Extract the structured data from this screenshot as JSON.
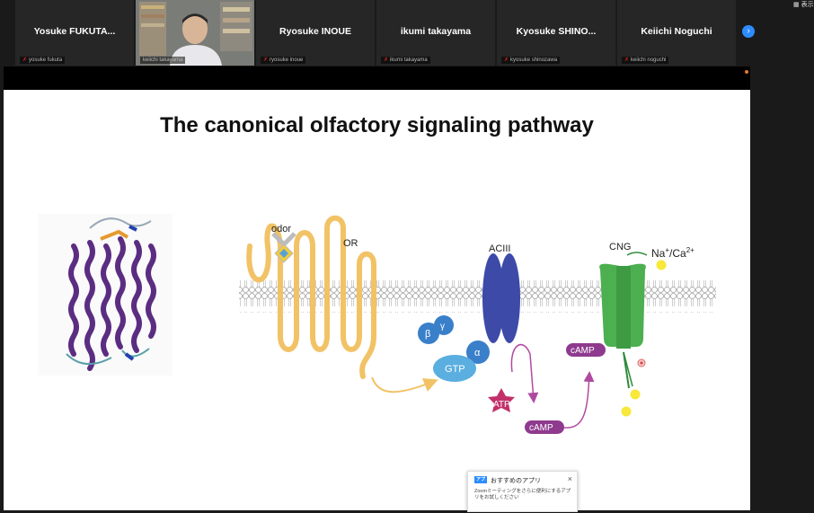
{
  "participants": [
    {
      "name": "Yosuke  FUKUTA...",
      "tag": "yosuke fukuta"
    },
    {
      "name": "",
      "tag": "keiichi takayama"
    },
    {
      "name": "Ryosuke INOUE",
      "tag": "ryosuke inoue"
    },
    {
      "name": "ikumi takayama",
      "tag": "ikumi takayama"
    },
    {
      "name": "Kyosuke  SHINO...",
      "tag": "kyosuke shinozawa"
    },
    {
      "name": "Keiichi Noguchi",
      "tag": "keiichi noguchi"
    }
  ],
  "toolbar": {
    "view_label": "表示"
  },
  "slide": {
    "title": "The canonical olfactory signaling pathway",
    "labels": {
      "odor": "odor",
      "or": "OR",
      "aciii": "ACIII",
      "cng": "CNG",
      "ion_main": "Na",
      "ion_sup1": "+",
      "ion_mid": "/Ca",
      "ion_sup2": "2+",
      "beta": "β",
      "gamma": "γ",
      "alpha": "α",
      "gtp": "GTP",
      "atp": "ATP",
      "camp_top": "cAMP",
      "camp_bottom": "cAMP"
    }
  },
  "popup": {
    "badge": "アプリ",
    "title": "おすすめのアプリ",
    "body": "Zoomミーティングをさらに便利にするアプリをお試しください"
  },
  "colors": {
    "receptor": "#f2c266",
    "adenylyl_cyclase": "#3d4aa8",
    "channel": "#4caf50",
    "g_protein": "#3a7fc9",
    "atp": "#c2306a",
    "camp": "#8e3a8e"
  }
}
